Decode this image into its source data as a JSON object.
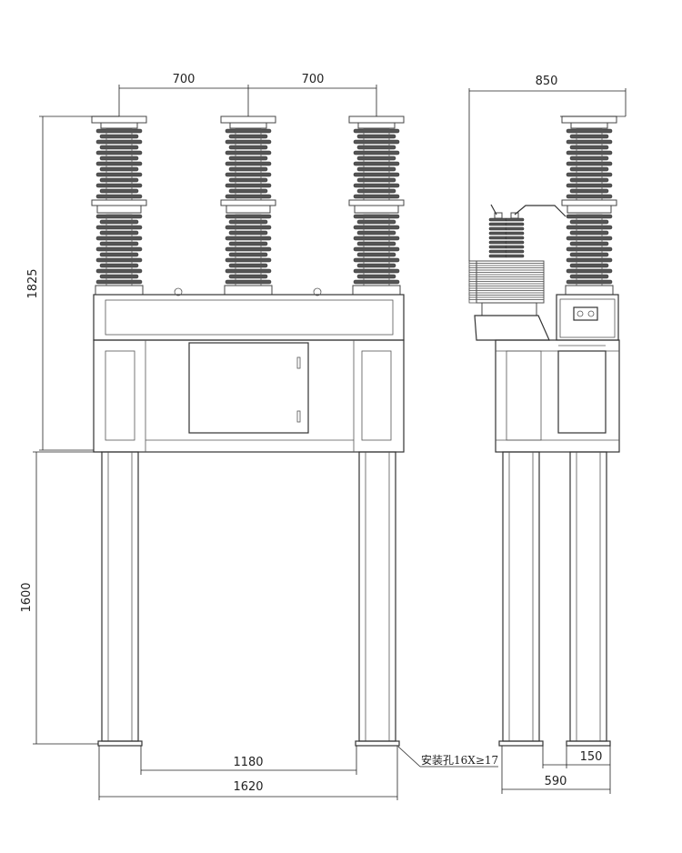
{
  "drawing": {
    "front_view": {
      "dimensions": {
        "pole_spacing_left": "700",
        "pole_spacing_right": "700",
        "height_upper": "1825",
        "height_legs": "1600",
        "leg_center_span": "1180",
        "leg_outer_span": "1620"
      },
      "mounting_hole_note": "安装孔16X≥17"
    },
    "side_view": {
      "dimensions": {
        "depth_top": "850",
        "leg_center_spacing": "590",
        "base_plate_width": "150"
      }
    }
  }
}
